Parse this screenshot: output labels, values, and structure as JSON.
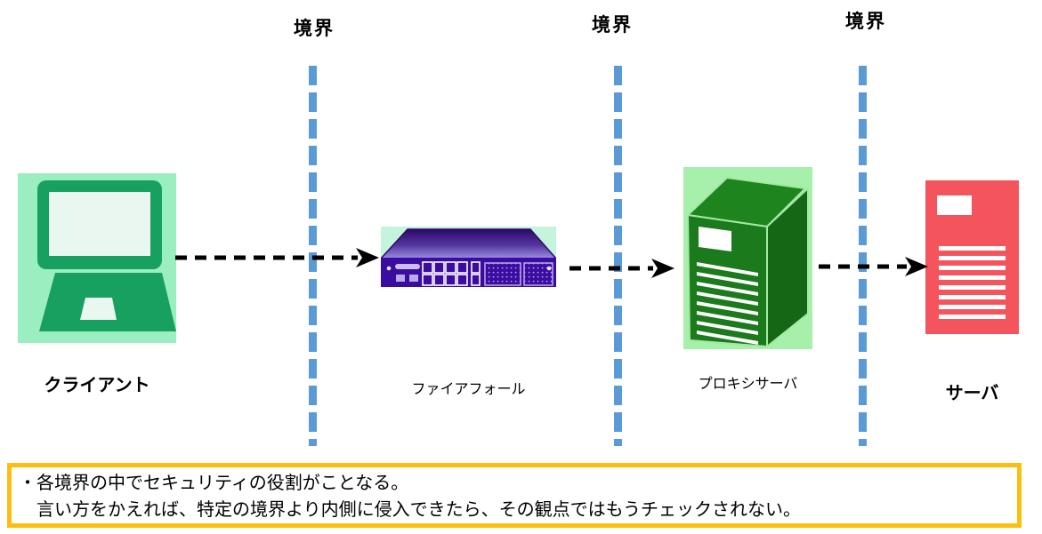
{
  "diagram": {
    "boundaries": {
      "labels": [
        "境界",
        "境界",
        "境界"
      ]
    },
    "nodes": {
      "client": {
        "label": "クライアント"
      },
      "firewall": {
        "label": "ファイアフォール"
      },
      "proxy": {
        "label": "プロキシサーバ"
      },
      "server": {
        "label": "サーバ"
      }
    },
    "note": {
      "line1": "・各境界の中でセキュリティの役割がことなる。",
      "line2": "　言い方をかえれば、特定の境界より内側に侵入できたら、その観点ではもうチェックされない。"
    },
    "colors": {
      "boundary_blue": "#5b9bd5",
      "note_border": "#fcbf0f",
      "client_green": "#17a05f",
      "client_bg_mint": "#9beec0",
      "firewall_purple": "#3a0ca0",
      "firewall_bg_mint": "#c4f5dc",
      "proxy_green": "#1b7a1b",
      "proxy_bg_green": "#a6f0ac",
      "server_red": "#f4555c",
      "arrow_black": "#000000"
    }
  }
}
